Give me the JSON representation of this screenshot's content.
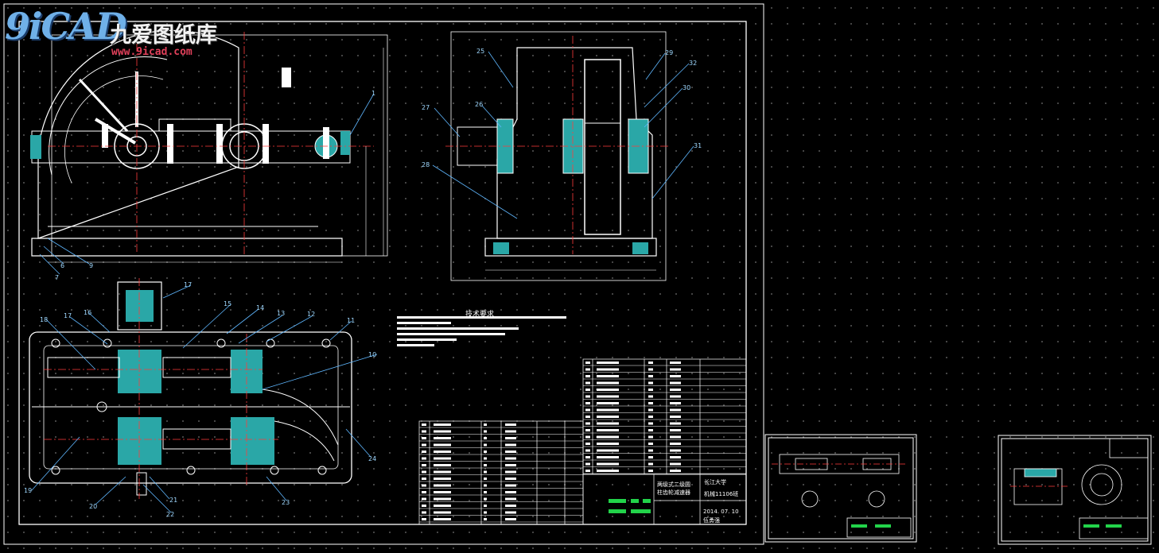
{
  "watermark": {
    "logo": "9iCAD",
    "site_name": "九爱图纸库",
    "url": "www.9icad.com"
  },
  "drawing": {
    "technical_requirements_title": "技术要求",
    "title_block": {
      "title_line1": "两级式二级圆",
      "title_line2": "柱齿轮减速器",
      "school": "长江大学",
      "class_name": "机械11106班",
      "date": "2014. 07. 10",
      "author": "伍勇强"
    },
    "part_labels": {
      "front_view": [
        "1",
        "6",
        "7",
        "9"
      ],
      "side_view": [
        "25",
        "26",
        "27",
        "28",
        "29",
        "30",
        "31",
        "32"
      ],
      "top_view": [
        "10",
        "11",
        "12",
        "13",
        "14",
        "15",
        "16",
        "17",
        "17",
        "18",
        "19",
        "20",
        "21",
        "22",
        "23",
        "24"
      ]
    }
  },
  "colors": {
    "background": "#000000",
    "frame": "#ffffff",
    "part_line": "#ffffff",
    "leader": "#5fb7ff",
    "center_line": "#ff3b3b",
    "section_fill": "#2aa7a7",
    "title_green": "#22d34a"
  }
}
